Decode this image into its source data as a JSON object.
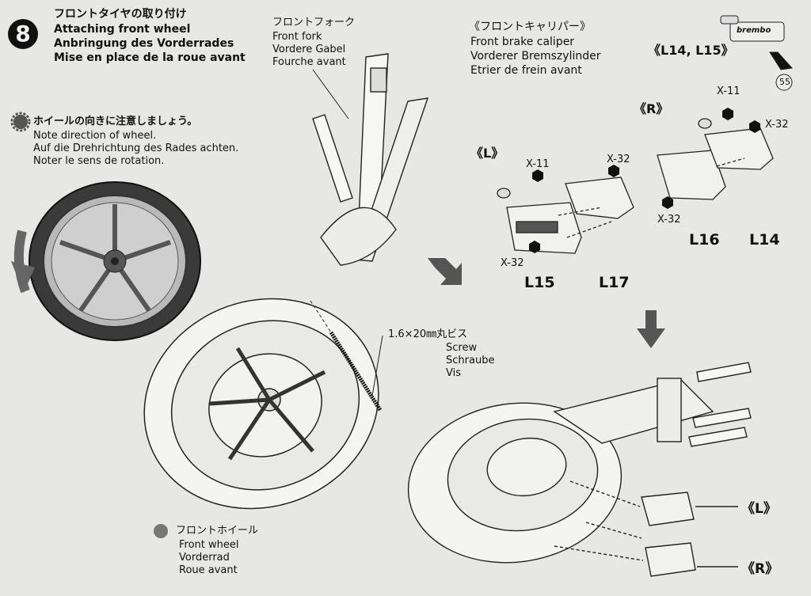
{
  "step": {
    "number": "8",
    "title_jp": "フロントタイヤの取り付け",
    "title_en": "Attaching front wheel",
    "title_de": "Anbringung des Vorderrades",
    "title_fr": "Mise en place de la roue avant"
  },
  "note": {
    "jp": "ホイールの向きに注意しましょう。",
    "en": "Note direction of wheel.",
    "de": "Auf die Drehrichtung des Rades achten.",
    "fr": "Noter le sens de rotation."
  },
  "fork": {
    "jp": "フロントフォーク",
    "en": "Front fork",
    "de": "Vordere Gabel",
    "fr": "Fourche avant"
  },
  "caliper": {
    "jp": "《フロントキャリパー》",
    "en": "Front brake caliper",
    "de": "Vorderer Bremszylinder",
    "fr": "Etrier de frein avant"
  },
  "screw": {
    "jp": "1.6×20㎜丸ビス",
    "en": "Screw",
    "de": "Schraube",
    "fr": "Vis"
  },
  "wheel": {
    "jp": "フロントホイール",
    "en": "Front wheel",
    "de": "Vorderrad",
    "fr": "Roue avant"
  },
  "parts": {
    "l14_l15": "《L14, L15》",
    "brand": "brembo",
    "ref_number": "55",
    "group_r": "《R》",
    "group_l": "《L》",
    "x11_l": "X-11",
    "x32_l_top": "X-32",
    "x32_l_bottom": "X-32",
    "l15": "L15",
    "l17": "L17",
    "x11_r": "X-11",
    "x32_r_top": "X-32",
    "x32_r_bottom": "X-32",
    "l16": "L16",
    "l14": "L14",
    "assy_l": "《L》",
    "assy_r": "《R》"
  }
}
